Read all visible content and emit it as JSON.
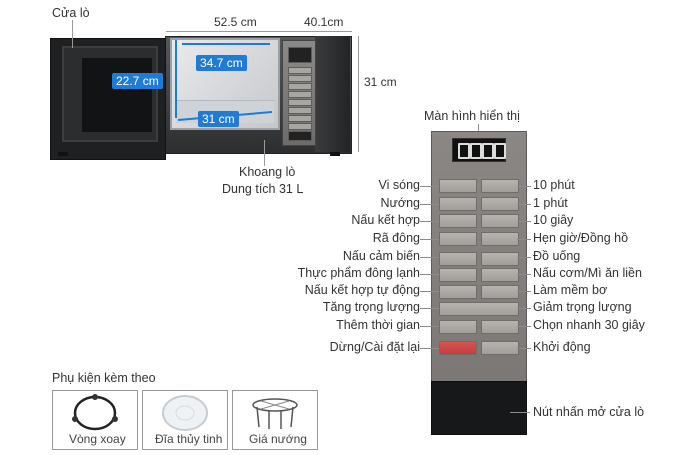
{
  "product": {
    "door_label": "Cửa lò",
    "width": "52.5 cm",
    "depth": "40.1cm",
    "height": "31 cm",
    "cavity_height": "22.7 cm",
    "cavity_width": "34.7 cm",
    "cavity_depth": "31 cm",
    "cavity_label_1": "Khoang lò",
    "cavity_label_2": "Dung tích 31 L"
  },
  "panel": {
    "display_label": "Màn hình hiển thị",
    "left_labels": [
      "Vi sóng",
      "Nướng",
      "Nấu kết hợp",
      "Rã đông",
      "Nấu cảm biến",
      "Thực phẩm đông lạnh",
      "Nấu kết hợp tự động",
      "Tăng trọng lượng",
      "Thêm thời gian",
      "Dừng/Cài đặt lại"
    ],
    "right_labels": [
      "10 phút",
      "1 phút",
      "10 giây",
      "Hẹn giờ/Đồng hồ",
      "Đồ uống",
      "Nấu cơm/Mì ăn liền",
      "Làm mềm bơ",
      "Giảm trọng lượng",
      "Chọn nhanh 30 giây",
      "Khởi động"
    ],
    "door_button_label": "Nút nhấn mở cửa lò"
  },
  "accessories": {
    "title": "Phụ kiện kèm theo",
    "items": [
      "Vòng xoay",
      "Đĩa thủy tinh",
      "Giá nướng"
    ]
  }
}
